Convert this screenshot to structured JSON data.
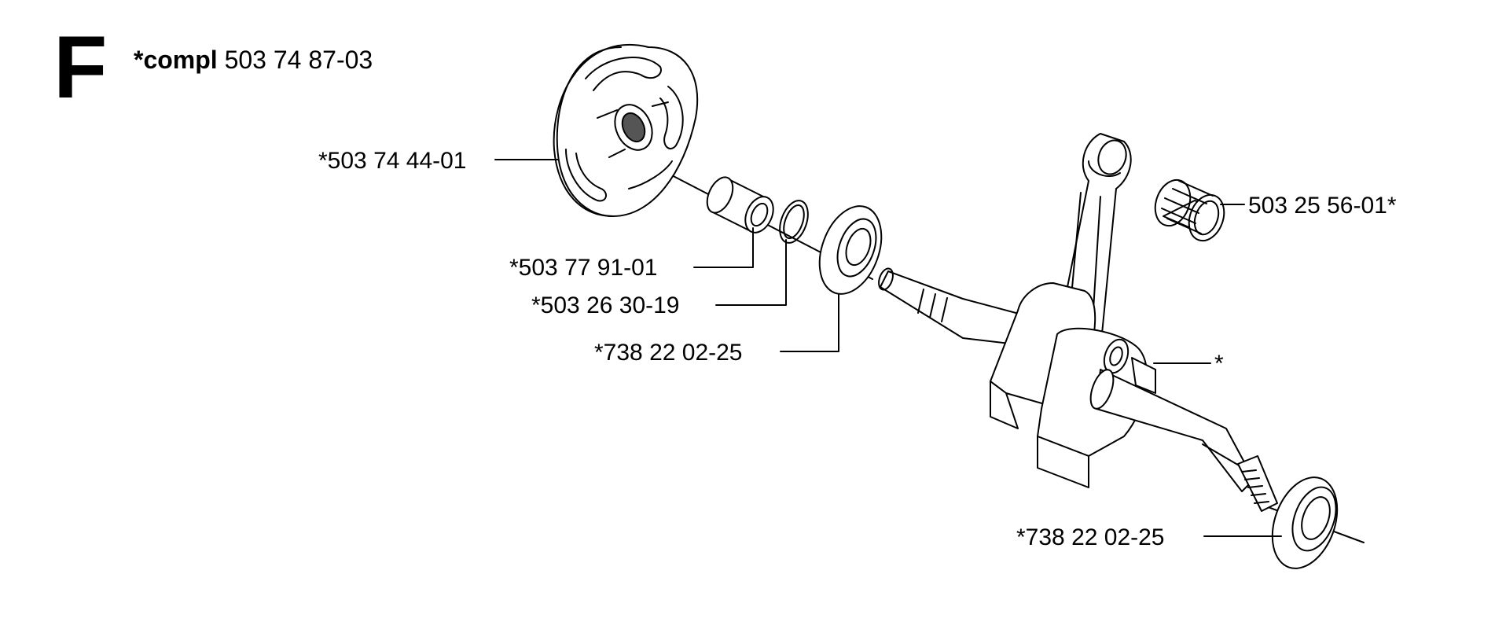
{
  "section": "F",
  "compl": {
    "keyword": "*compl",
    "number": "503 74 87-03"
  },
  "parts": {
    "clutch": "*503 74 44-01",
    "needle_bearing_top": "503 25 56-01*",
    "sleeve": "*503 77 91-01",
    "ring": "*503 26 30-19",
    "bearing_upper": "*738 22 02-25",
    "crankshaft": "*",
    "bearing_lower": "*738 22 02-25"
  }
}
